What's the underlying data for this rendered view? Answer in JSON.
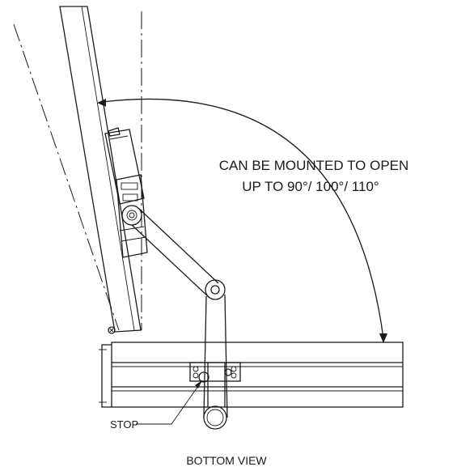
{
  "annotation": {
    "line1": "CAN BE MOUNTED TO OPEN",
    "line2": "UP TO 90°/ 100°/ 110°"
  },
  "callout": {
    "stop_label": "STOP"
  },
  "caption": {
    "view_label": "BOTTOM VIEW"
  }
}
